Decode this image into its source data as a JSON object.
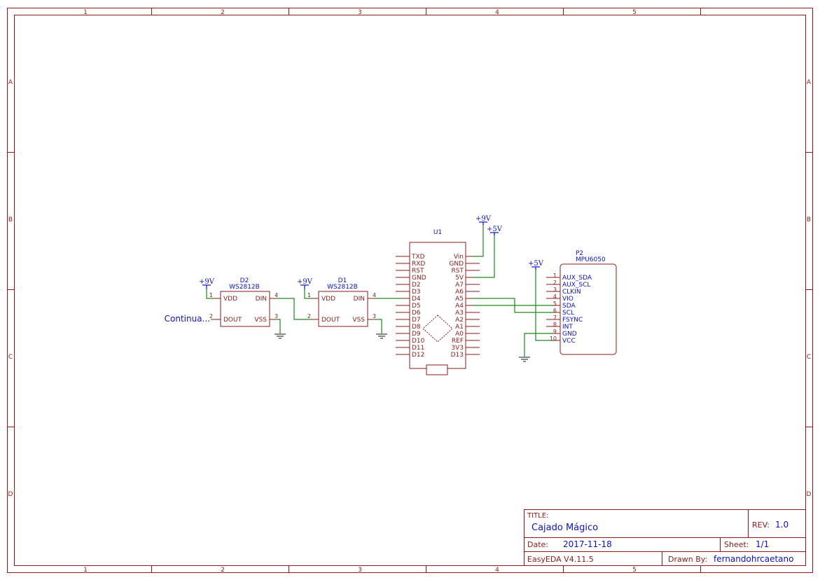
{
  "colors": {
    "frame": "#8b1a1a",
    "label": "#0a10c8",
    "wire": "#1a8a1a"
  },
  "ruler": {
    "cols": [
      "1",
      "2",
      "3",
      "4",
      "5"
    ],
    "rows": [
      "A",
      "B",
      "C",
      "D"
    ]
  },
  "power": {
    "vcc9": "+9V",
    "vcc5": "+5V"
  },
  "d2": {
    "ref": "D2",
    "value": "WS2812B",
    "vdd": "VDD",
    "din": "DIN",
    "dout": "DOUT",
    "vss": "VSS",
    "p1": "1",
    "p2": "2",
    "p3": "3",
    "p4": "4"
  },
  "d1": {
    "ref": "D1",
    "value": "WS2812B",
    "vdd": "VDD",
    "din": "DIN",
    "dout": "DOUT",
    "vss": "VSS",
    "p1": "1",
    "p2": "2",
    "p3": "3",
    "p4": "4"
  },
  "continua": "Continua...",
  "u1": {
    "ref": "U1",
    "left_pins": [
      "TXD",
      "RXD",
      "RST",
      "GND",
      "D2",
      "D3",
      "D4",
      "D5",
      "D6",
      "D7",
      "D8",
      "D9",
      "D10",
      "D11",
      "D12"
    ],
    "right_pins": [
      "Vin",
      "GND",
      "RST",
      "5V",
      "A7",
      "A6",
      "A5",
      "A4",
      "A3",
      "A2",
      "A1",
      "A0",
      "REF",
      "3V3",
      "D13"
    ]
  },
  "p2": {
    "ref": "P2",
    "value": "MPU6050",
    "pins": [
      {
        "num": "1",
        "name": "AUX_SDA"
      },
      {
        "num": "2",
        "name": "AUX_SCL"
      },
      {
        "num": "3",
        "name": "CLKIN"
      },
      {
        "num": "4",
        "name": "VIO"
      },
      {
        "num": "5",
        "name": "SDA"
      },
      {
        "num": "6",
        "name": "SCL"
      },
      {
        "num": "7",
        "name": "FSYNC"
      },
      {
        "num": "8",
        "name": "INT"
      },
      {
        "num": "9",
        "name": "GND"
      },
      {
        "num": "10",
        "name": "VCC"
      }
    ]
  },
  "titleblock": {
    "title_label": "TITLE:",
    "title": "Cajado Mágico",
    "rev_label": "REV:",
    "rev": "1.0",
    "date_label": "Date:",
    "date": "2017-11-18",
    "sheet_label": "Sheet:",
    "sheet": "1/1",
    "tool": "EasyEDA V4.11.5",
    "drawn_label": "Drawn By:",
    "drawn_by": "fernandohrcaetano"
  }
}
